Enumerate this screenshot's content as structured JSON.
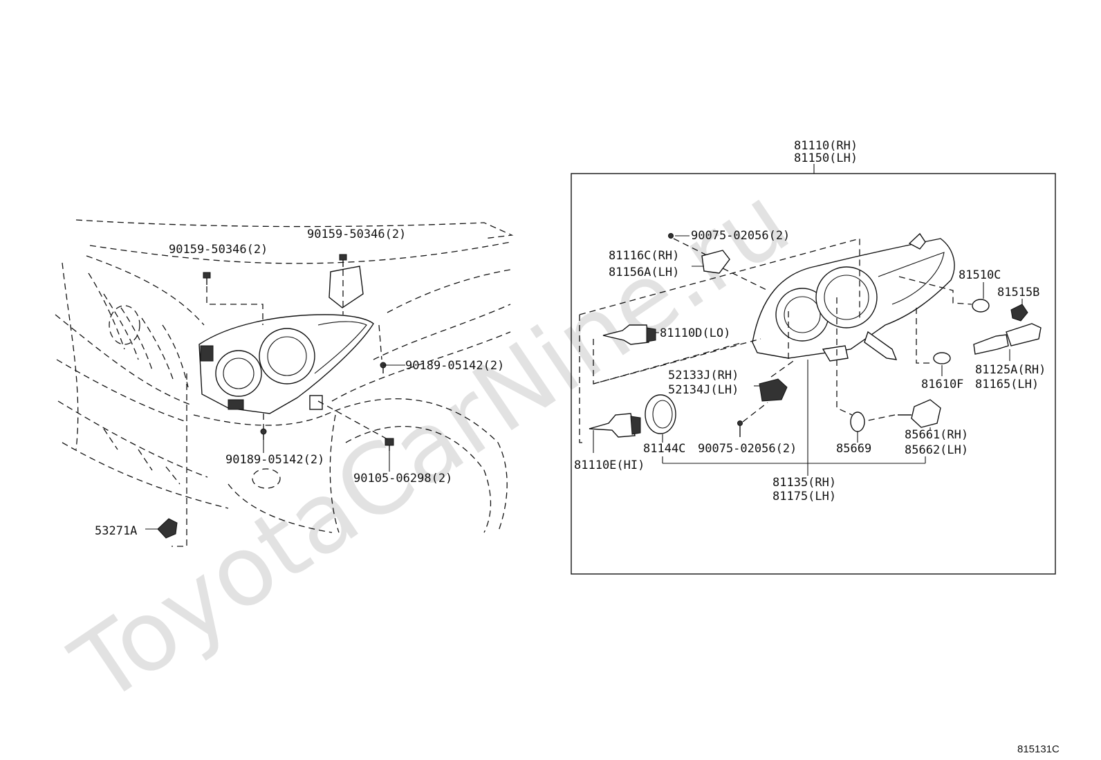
{
  "watermark": "ToyotaCarNine.ru",
  "diagram_code": "815131C",
  "left_labels": {
    "bolt_top_left": "90159-50346(2)",
    "bolt_top_right": "90159-50346(2)",
    "screw_right": "90189-05142(2)",
    "screw_bottom": "90189-05142(2)",
    "bolt_bottom_right": "90105-06298(2)",
    "bracket_bottom": "53271A"
  },
  "assembly": {
    "rh": "81110(RH)",
    "lh": "81150(LH)"
  },
  "right_labels": {
    "screw_top": "90075-02056(2)",
    "bracket_rh": "81116C(RH)",
    "bracket_lh": "81156A(LH)",
    "bulb_lo": "81110D(LO)",
    "socket_cover": "81510C",
    "bulb_small": "81515B",
    "socket_rh": "81125A(RH)",
    "socket_lh": "81165(LH)",
    "cap": "81610F",
    "bracket2_rh": "52133J(RH)",
    "bracket2_lh": "52134J(LH)",
    "screw_bottom": "90075-02056(2)",
    "bulb_hi": "81110E(HI)",
    "ring": "81144C",
    "oring": "85669",
    "actuator_rh": "85661(RH)",
    "actuator_lh": "85662(LH)",
    "subassy_rh": "81135(RH)",
    "subassy_lh": "81175(LH)"
  }
}
